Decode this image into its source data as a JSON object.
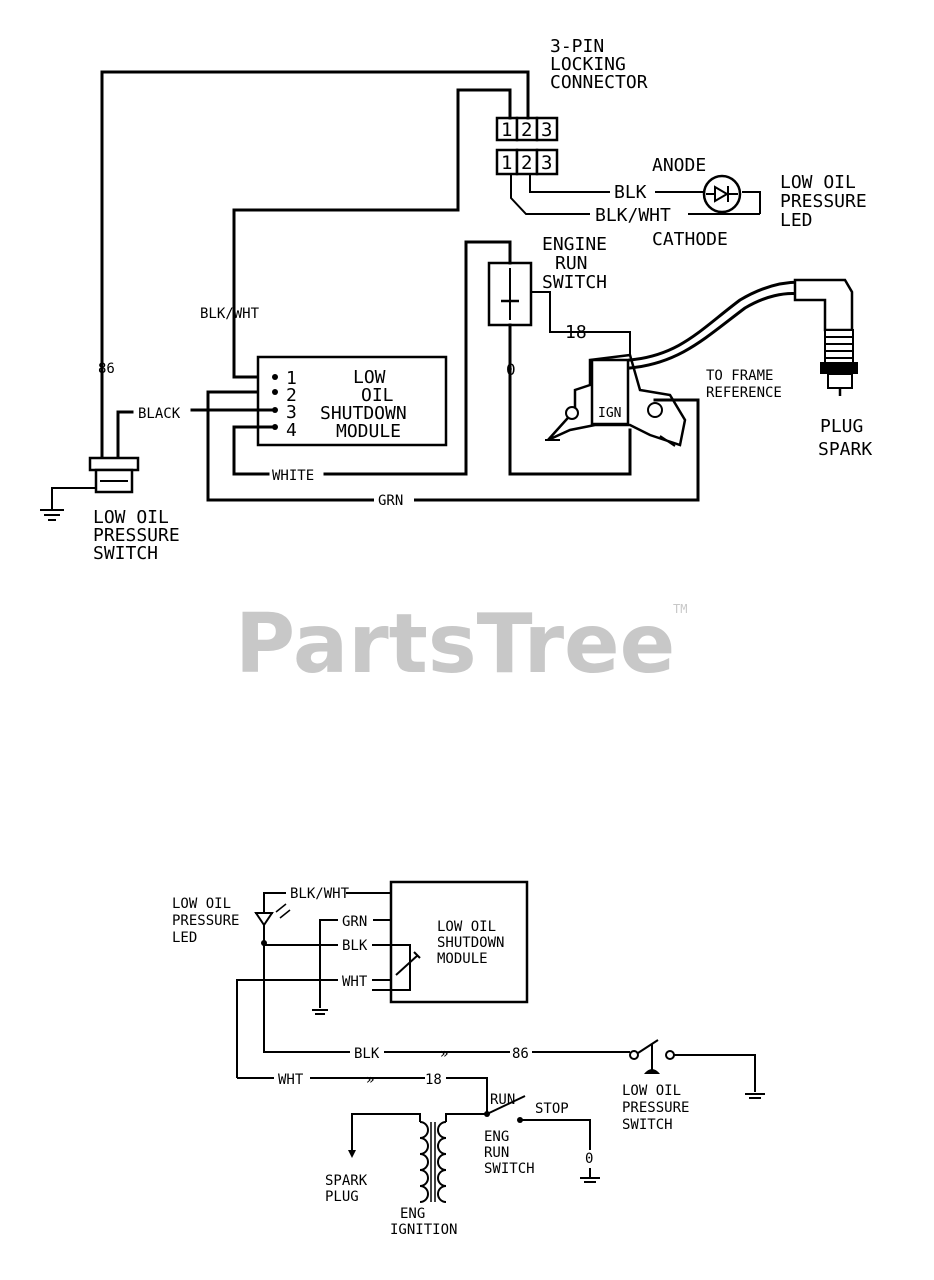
{
  "top": {
    "connector_lines": [
      "3-PIN",
      "LOCKING",
      "CONNECTOR"
    ],
    "pins": [
      "1",
      "2",
      "3"
    ],
    "anode": "ANODE",
    "cathode": "CATHODE",
    "led_lines": [
      "LOW OIL",
      "PRESSURE",
      "LED"
    ],
    "blk": "BLK",
    "blkwht_conn": "BLK/WHT",
    "engine_run_lines": [
      "ENGINE",
      "RUN",
      "SWITCH"
    ],
    "wire_18": "18",
    "wire_0": "0",
    "blkwht_left": "BLK/WHT",
    "wire_86": "86",
    "black": "BLACK",
    "white": "WHITE",
    "grn": "GRN",
    "module_pins": [
      "1",
      "2",
      "3",
      "4"
    ],
    "module_lines": [
      "LOW",
      "OIL",
      "SHUTDOWN",
      "MODULE"
    ],
    "ign": "IGN",
    "frame_lines": [
      "TO FRAME",
      "REFERENCE"
    ],
    "plug_lines": [
      "PLUG",
      "SPARK"
    ],
    "switch_lines": [
      "LOW OIL",
      "PRESSURE",
      "SWITCH"
    ]
  },
  "watermark": "PartsTree",
  "watermark_tm": "TM",
  "bottom": {
    "led_lines": [
      "LOW OIL",
      "PRESSURE",
      "LED"
    ],
    "blkwht": "BLK/WHT",
    "grn": "GRN",
    "blk": "BLK",
    "wht": "WHT",
    "module_lines": [
      "LOW OIL",
      "SHUTDOWN",
      "MODULE"
    ],
    "blk_wire": "BLK",
    "wire_86": "86",
    "wht_wire": "WHT",
    "wire_18": "18",
    "run": "RUN",
    "stop": "STOP",
    "wire_0": "0",
    "switch_lines": [
      "ENG",
      "RUN",
      "SWITCH"
    ],
    "lops_lines": [
      "LOW OIL",
      "PRESSURE",
      "SWITCH"
    ],
    "spark_lines": [
      "SPARK",
      "PLUG"
    ],
    "ign_lines": [
      "ENG",
      "IGNITION"
    ]
  }
}
